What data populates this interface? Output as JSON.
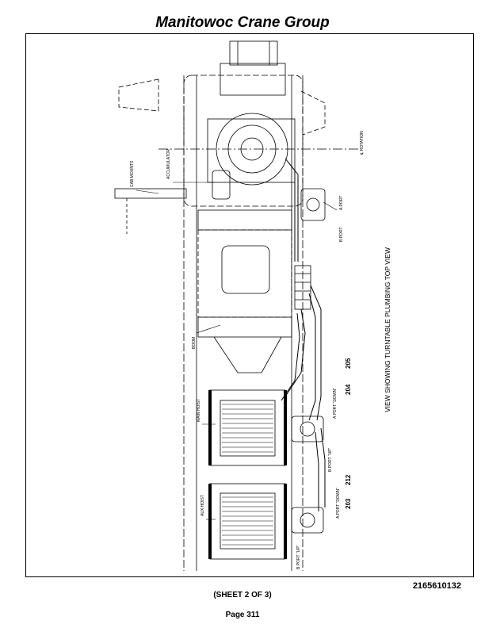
{
  "header": {
    "title": "Manitowoc Crane Group"
  },
  "drawing": {
    "view_title": "VIEW SHOWING TURNTABLE PLUMBING TOP VIEW",
    "labels": {
      "rotation": "℄ ROTATION",
      "cab_mounts": "CAB MOUNTS",
      "accumulator": "ACCUMULATOR",
      "a_port_top": "A PORT",
      "b_port_top": "B PORT",
      "boom": "BOOM",
      "main_hoist": "MAIN HOIST",
      "aux_hoist": "AUX HOIST",
      "a_port_down_1": "A PORT \"DOWN\"",
      "b_port_up_1": "B PORT \"UP\"",
      "a_port_down_2": "A PORT \"DOWN\"",
      "b_port_up_2": "B PORT \"UP\""
    },
    "callouts": [
      "205",
      "204",
      "212",
      "203"
    ]
  },
  "footer": {
    "doc_number": "2165610132",
    "sheet": "(SHEET 2 OF 3)",
    "page": "Page 311"
  }
}
